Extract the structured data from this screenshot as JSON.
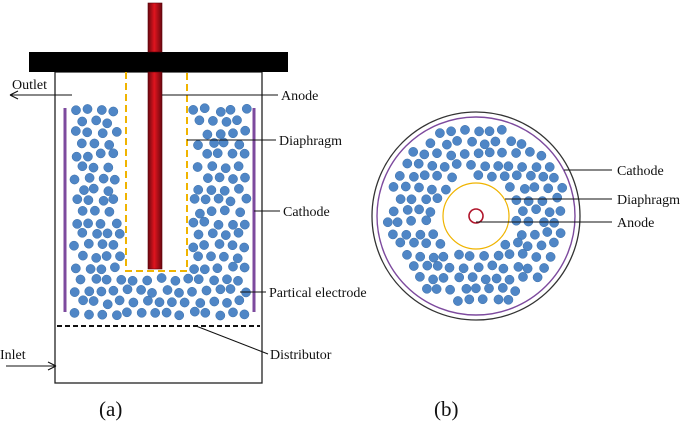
{
  "figure_a": {
    "caption": "(a)",
    "labels": {
      "outlet": "Outlet",
      "inlet": "Inlet",
      "anode": "Anode",
      "diaphragm": "Diaphragm",
      "cathode": "Cathode",
      "particle_electrode": "Partical electrode",
      "distributor": "Distributor"
    }
  },
  "figure_b": {
    "caption": "(b)",
    "labels": {
      "cathode": "Cathode",
      "diaphragm": "Diaphragm",
      "anode": "Anode"
    }
  },
  "colors": {
    "particle_fill": "#4f86c6",
    "particle_stroke": "#3a6ea8",
    "anode_rod_dark": "#7a0a12",
    "anode_rod_light": "#e0141e",
    "diaphragm": "#f0b400",
    "cathode_plate": "#7d4a9e",
    "lid": "#000000",
    "vessel_line": "#222222",
    "anode_ring": "#b0142a"
  }
}
